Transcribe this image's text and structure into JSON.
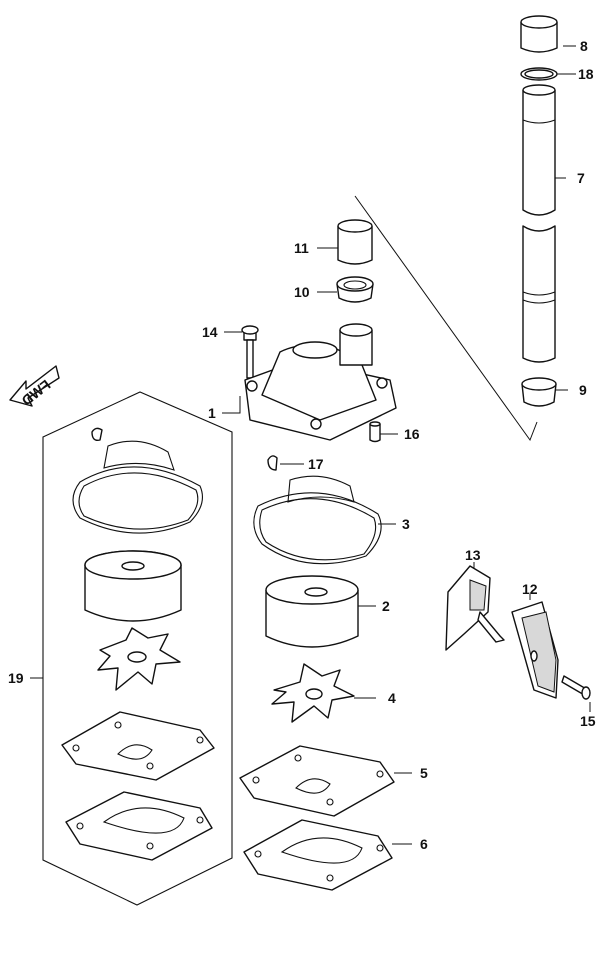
{
  "callouts": {
    "c1": "1",
    "c2": "2",
    "c3": "3",
    "c4": "4",
    "c5": "5",
    "c6": "6",
    "c7": "7",
    "c8": "8",
    "c9": "9",
    "c10": "10",
    "c11": "11",
    "c12": "12",
    "c13": "13",
    "c14": "14",
    "c15": "15",
    "c16": "16",
    "c17": "17",
    "c18": "18",
    "c19": "19"
  },
  "fwd_arrow": {
    "text": "FWD"
  }
}
